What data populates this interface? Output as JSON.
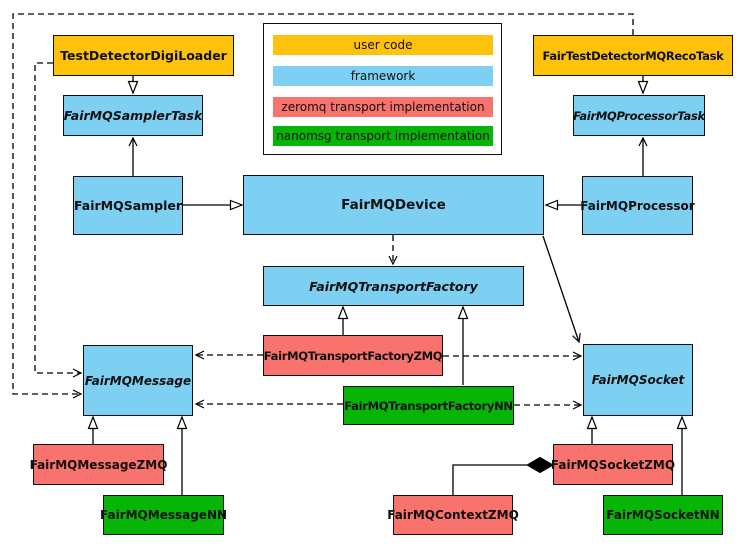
{
  "colors": {
    "user_code": "#FEC20C",
    "framework": "#7ED0F3",
    "zeromq": "#F8736E",
    "nanomsg": "#06B506",
    "line": "#000000",
    "node_border": "#101010",
    "background": "#FFFFFF"
  },
  "legend": {
    "items": [
      {
        "label": "user code",
        "type": "user_code"
      },
      {
        "label": "framework",
        "type": "framework"
      },
      {
        "label": "zeromq transport implementation",
        "type": "zeromq"
      },
      {
        "label": "nanomsg transport implementation",
        "type": "nanomsg"
      }
    ]
  },
  "nodes": {
    "digi_loader": {
      "label": "TestDetectorDigiLoader",
      "type": "user_code",
      "abstract": false
    },
    "reco_task": {
      "label": "FairTestDetectorMQRecoTask",
      "type": "user_code",
      "abstract": false
    },
    "sampler_task": {
      "label": "FairMQSamplerTask",
      "type": "framework",
      "abstract": true
    },
    "processor_task": {
      "label": "FairMQProcessorTask",
      "type": "framework",
      "abstract": true
    },
    "sampler": {
      "label": "FairMQSampler",
      "type": "framework",
      "abstract": false
    },
    "device": {
      "label": "FairMQDevice",
      "type": "framework",
      "abstract": false
    },
    "processor": {
      "label": "FairMQProcessor",
      "type": "framework",
      "abstract": false
    },
    "transport_factory": {
      "label": "FairMQTransportFactory",
      "type": "framework",
      "abstract": true
    },
    "factory_zmq": {
      "label": "FairMQTransportFactoryZMQ",
      "type": "zeromq",
      "abstract": false
    },
    "factory_nn": {
      "label": "FairMQTransportFactoryNN",
      "type": "nanomsg",
      "abstract": false
    },
    "message": {
      "label": "FairMQMessage",
      "type": "framework",
      "abstract": true
    },
    "socket": {
      "label": "FairMQSocket",
      "type": "framework",
      "abstract": true
    },
    "message_zmq": {
      "label": "FairMQMessageZMQ",
      "type": "zeromq",
      "abstract": false
    },
    "message_nn": {
      "label": "FairMQMessageNN",
      "type": "nanomsg",
      "abstract": false
    },
    "context_zmq": {
      "label": "FairMQContextZMQ",
      "type": "zeromq",
      "abstract": false
    },
    "socket_zmq": {
      "label": "FairMQSocketZMQ",
      "type": "zeromq",
      "abstract": false
    },
    "socket_nn": {
      "label": "FairMQSocketNN",
      "type": "nanomsg",
      "abstract": false
    }
  }
}
